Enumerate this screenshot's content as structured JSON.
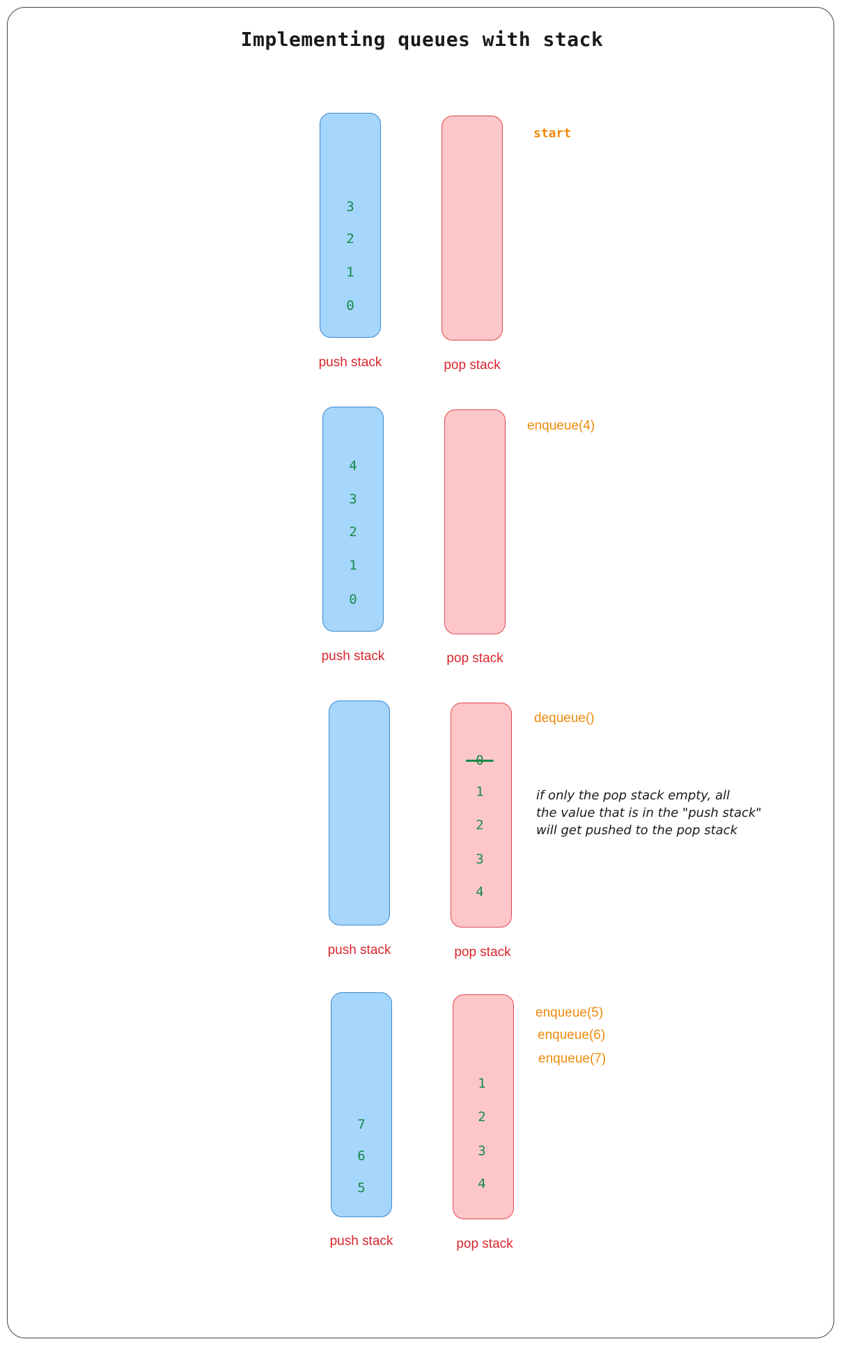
{
  "title": "Implementing queues with stack",
  "push_stack_label": "push stack",
  "pop_stack_label": "pop stack",
  "steps": [
    {
      "operations": [
        "start"
      ],
      "push_stack": [
        "3",
        "2",
        "1",
        "0"
      ],
      "pop_stack": []
    },
    {
      "operations": [
        "enqueue(4)"
      ],
      "push_stack": [
        "4",
        "3",
        "2",
        "1",
        "0"
      ],
      "pop_stack": []
    },
    {
      "operations": [
        "dequeue()"
      ],
      "push_stack": [],
      "pop_stack": [
        "0",
        "1",
        "2",
        "3",
        "4"
      ],
      "removed_value": "0",
      "note": [
        "if only the pop stack empty, all",
        "the value that is in the \"push stack\"",
        "will get pushed to the pop stack"
      ]
    },
    {
      "operations": [
        "enqueue(5)",
        "enqueue(6)",
        "enqueue(7)"
      ],
      "push_stack": [
        "7",
        "6",
        "5"
      ],
      "pop_stack": [
        "1",
        "2",
        "3",
        "4"
      ]
    }
  ]
}
